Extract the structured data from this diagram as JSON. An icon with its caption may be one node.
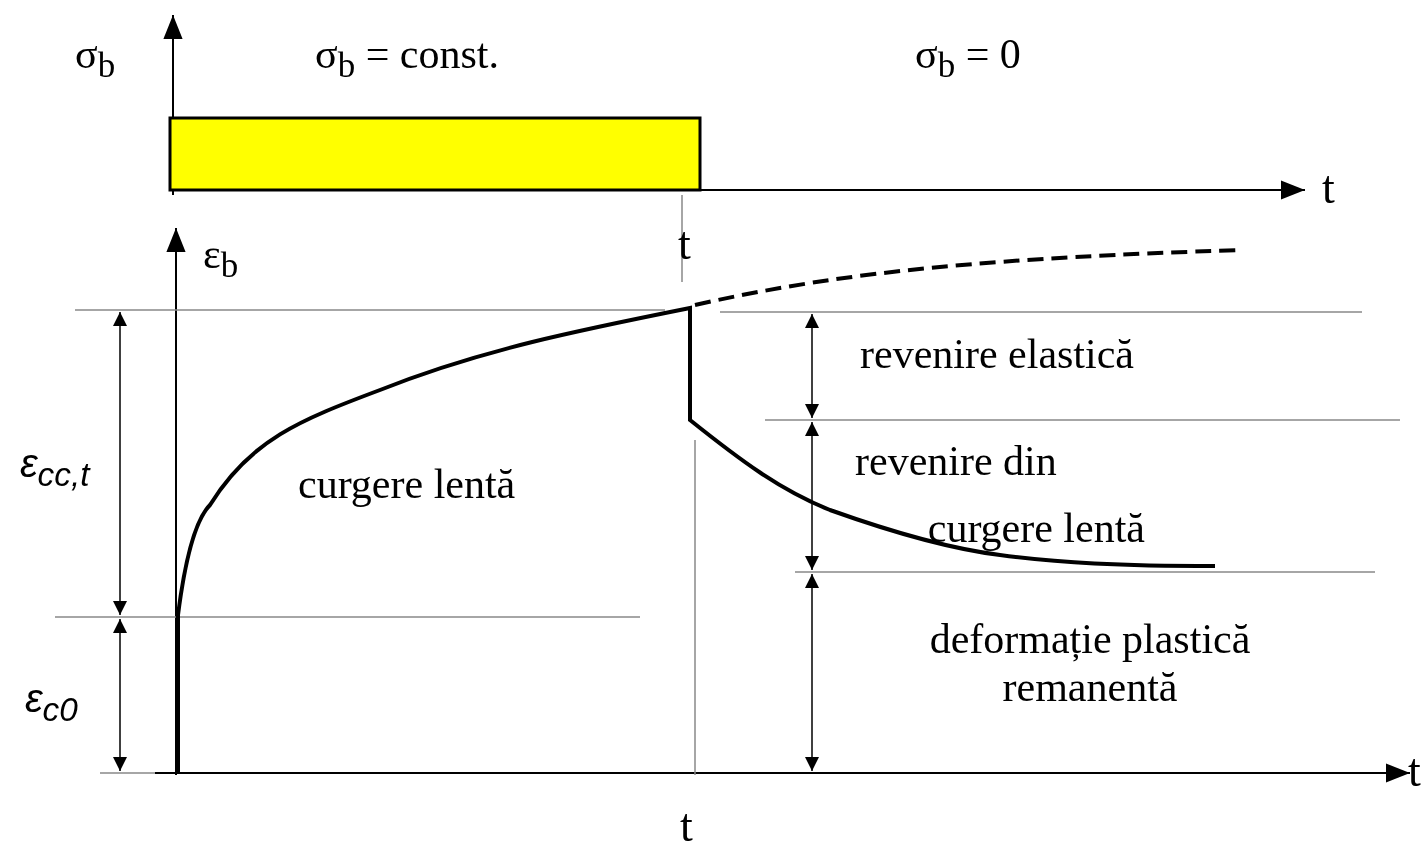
{
  "diagram": {
    "labels": [
      "σ$_{b}$",
      "σ$_{b}$ = const.",
      "σ$_{b}$ = 0",
      "t",
      "t",
      "ε$_{b}$",
      "revenire elastică",
      "ε$_{cc,t}$",
      "revenire din curgere lentă",
      "curgere lentă",
      "ε$_{c0}$",
      "deformație plastică remanentă",
      "t",
      "t"
    ]
  }
}
